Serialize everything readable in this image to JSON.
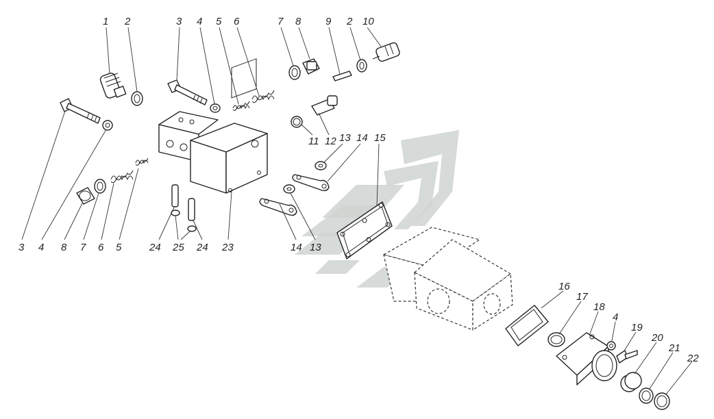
{
  "labels": {
    "l1": "1",
    "l2a": "2",
    "l3a": "3",
    "l4a": "4",
    "l5a": "5",
    "l6a": "6",
    "l7a": "7",
    "l8a": "8",
    "l9": "9",
    "l2b": "2",
    "l10": "10",
    "l11": "11",
    "l12": "12",
    "l13a": "13",
    "l14a": "14",
    "l15": "15",
    "l3b": "3",
    "l4b": "4",
    "l8b": "8",
    "l7b": "7",
    "l6b": "6",
    "l5b": "5",
    "l24a": "24",
    "l25": "25",
    "l24b": "24",
    "l23": "23",
    "l14b": "14",
    "l13b": "13",
    "l16": "16",
    "l17": "17",
    "l18": "18",
    "l4c": "4",
    "l19": "19",
    "l20": "20",
    "l21": "21",
    "l22": "22"
  }
}
